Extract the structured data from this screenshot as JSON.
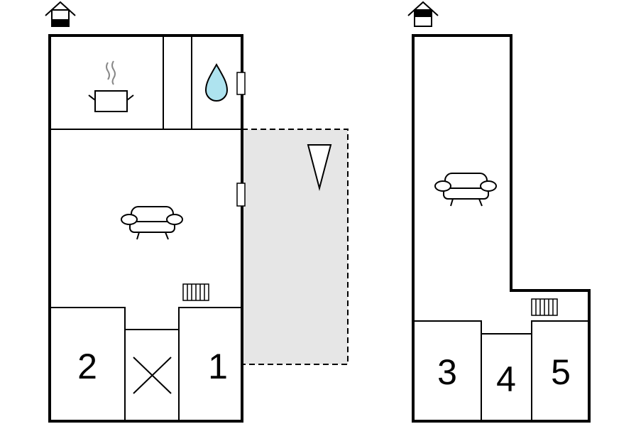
{
  "floors": [
    {
      "icon": "house-ground-floor-icon",
      "rooms": [
        {
          "type": "kitchen",
          "icon": "cooking-pot-icon"
        },
        {
          "type": "bathroom",
          "icon": "water-drop-icon"
        },
        {
          "type": "living-room",
          "icon": "sofa-icon"
        },
        {
          "type": "bedroom",
          "label": "2"
        },
        {
          "type": "stairs",
          "icon": "stairs-cross-icon"
        },
        {
          "type": "bedroom",
          "label": "1"
        }
      ],
      "terrace": {
        "icon": "terrace-marker-icon",
        "color": "#e6e6e6"
      },
      "heater": {
        "icon": "radiator-icon"
      }
    },
    {
      "icon": "house-upper-floor-icon",
      "rooms": [
        {
          "type": "living-room",
          "icon": "sofa-icon"
        },
        {
          "type": "bedroom",
          "label": "3"
        },
        {
          "type": "bedroom",
          "label": "4"
        },
        {
          "type": "bedroom",
          "label": "5"
        }
      ],
      "heater": {
        "icon": "radiator-icon"
      }
    }
  ],
  "colors": {
    "wall": "#000000",
    "terrace": "#e6e6e6",
    "water": "#aee3ef",
    "background": "#ffffff"
  }
}
